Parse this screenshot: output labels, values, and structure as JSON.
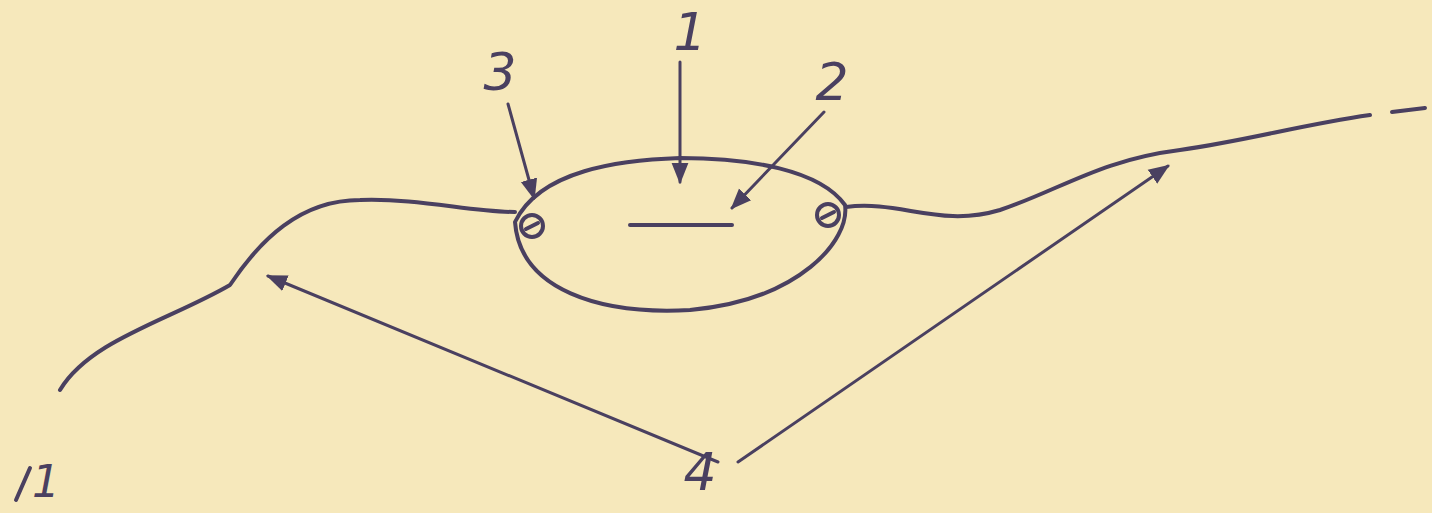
{
  "diagram": {
    "labels": [
      "1",
      "3",
      "2",
      "4",
      "1"
    ]
  }
}
